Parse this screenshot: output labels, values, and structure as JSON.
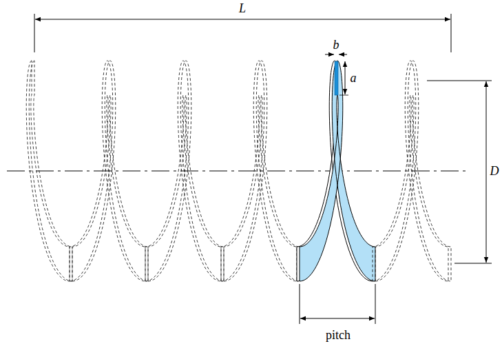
{
  "diagram": {
    "labels": [
      "L",
      "b",
      "a",
      "D",
      "pitch"
    ]
  }
}
